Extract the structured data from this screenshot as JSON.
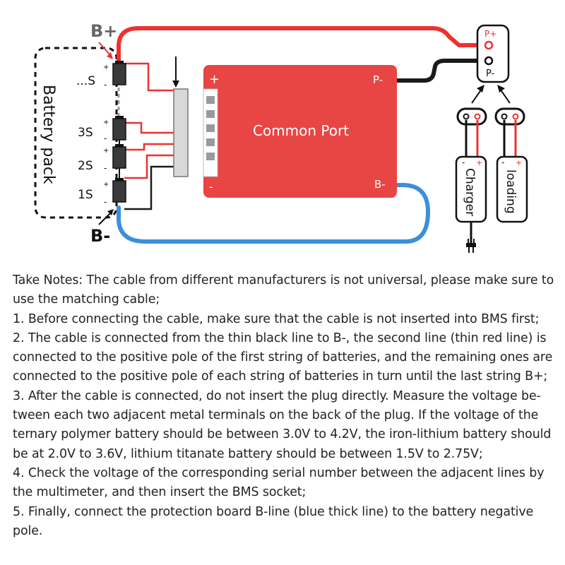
{
  "diagram": {
    "bplus_label": "B+",
    "bminus_label": "B-",
    "battery_pack_label": "Battery pack",
    "cells": [
      {
        "label": "...S"
      },
      {
        "label": "3S"
      },
      {
        "label": "2S"
      },
      {
        "label": "1S"
      }
    ],
    "cell_plus": "+",
    "cell_minus": "-",
    "board_title": "Common Port",
    "board_plus": "+",
    "board_minus": "-",
    "board_pminus": "P-",
    "board_bminus": "B-",
    "port_pplus": "P+",
    "port_pminus": "P-",
    "charger_label": "Charger",
    "loading_label": "loading",
    "dev_plus": "+",
    "dev_minus": "-",
    "colors": {
      "board": "#e84545",
      "red_wire": "#ee3030",
      "blue_wire": "#3b8fdc",
      "black_wire": "#1a1a1a"
    }
  },
  "notes": [
    "Take Notes: The cable from different manufacturers is not universal, please make sure to use the matching cable;",
    "1. Before connecting the cable, make sure that the cable is not inserted into BMS first;",
    "2. The cable is connected from the thin black line to B-, the second line (thin red line) is connected to the positive pole of the first string of batteries, and the remaining ones are connected to the positive pole of each string of batteries in turn until the last string B+;",
    "3. After the cable is connected, do not insert the plug directly. Measure the voltage be-tween each two adjacent metal terminals on the back of the plug. If the voltage of the ternary polymer battery should be between 3.0V to 4.2V, the iron-lithium battery should be at 2.0V to 3.6V, lithium titanate battery should be between 1.5V to 2.75V;",
    "4. Check the voltage of the corresponding serial number between the adjacent lines by the multimeter, and then insert the BMS socket;",
    "5. Finally, connect the protection board B-line (blue thick line) to the battery negative pole."
  ]
}
